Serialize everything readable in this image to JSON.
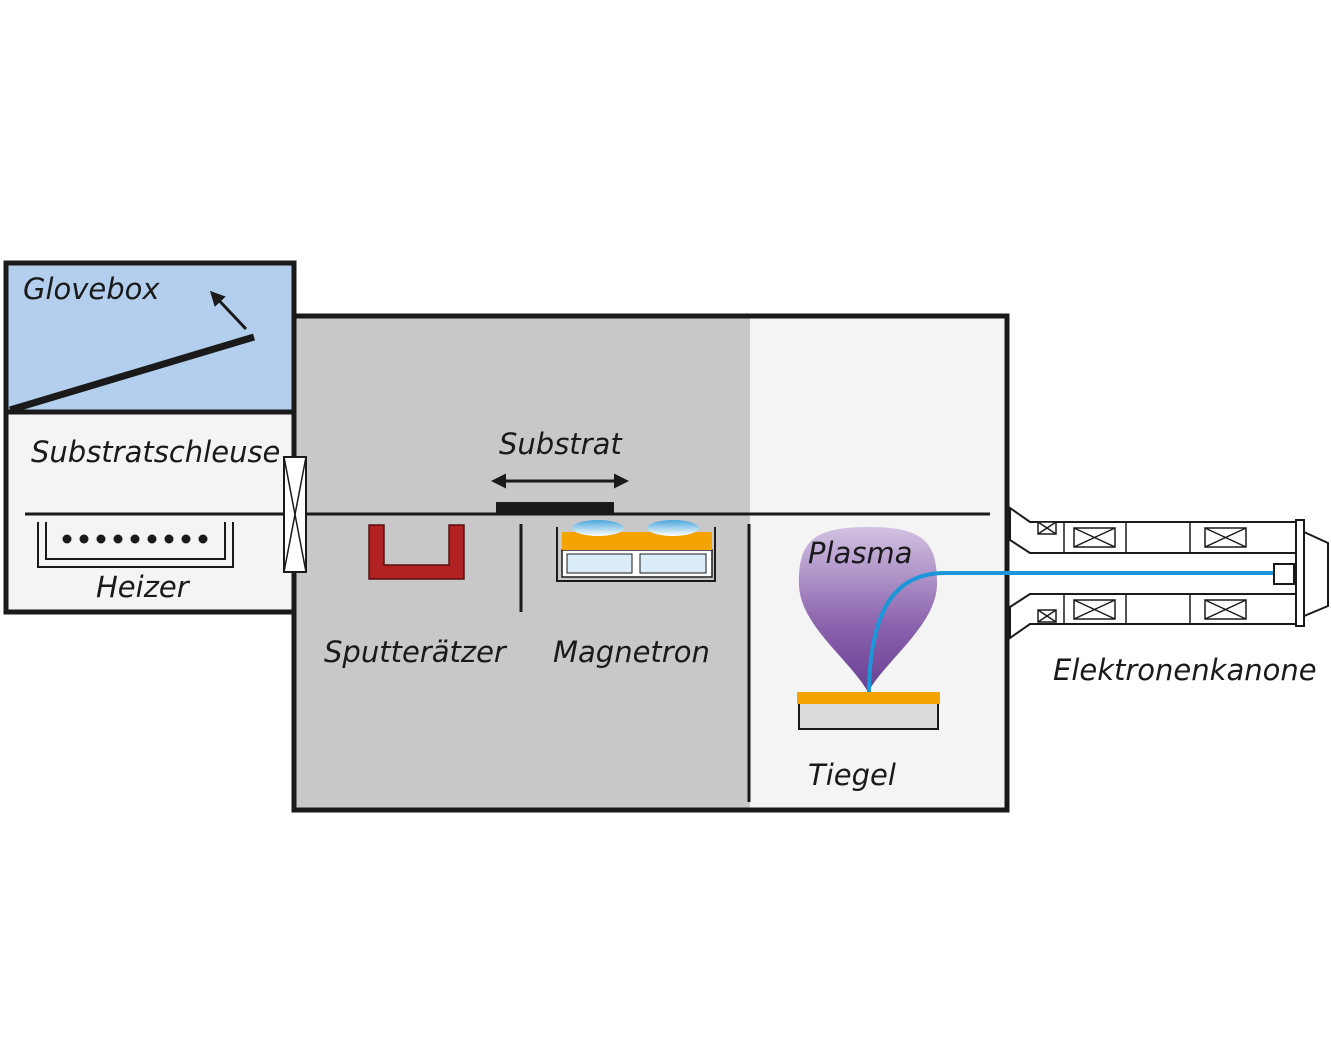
{
  "labels": {
    "glovebox": "Glovebox",
    "substratschleuse": "Substratschleuse",
    "heizer": "Heizer",
    "substrat": "Substrat",
    "sputteraetzer": "Sputterätzer",
    "magnetron": "Magnetron",
    "plasma": "Plasma",
    "tiegel": "Tiegel",
    "elektronenkanone": "Elektronenkanone"
  },
  "colors": {
    "glovebox_fill": "#b3cfed",
    "lock_fill": "#f4f4f4",
    "sputter_chamber_fill": "#c8c8c8",
    "evaporation_chamber_fill": "#f4f4f4",
    "sputter_etcher": "#b22222",
    "target": "#f5a300",
    "electron_beam": "#1a96d9",
    "plasma_top": "#c9b4da",
    "plasma_bottom": "#7b4fa0",
    "outline": "#1a1a1a"
  }
}
